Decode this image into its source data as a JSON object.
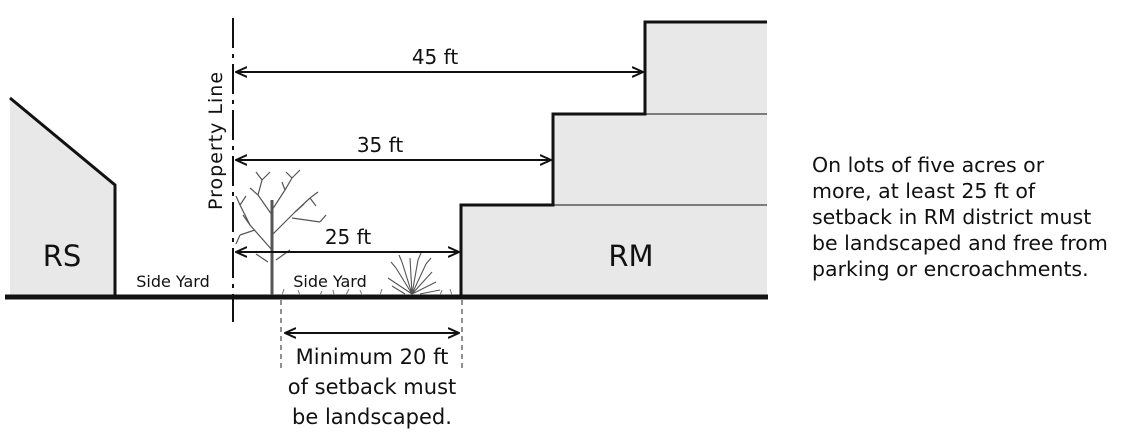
{
  "diagram": {
    "rs_label": "RS",
    "rm_label": "RM",
    "property_line_label": "Property Line",
    "side_yard_left": "Side Yard",
    "side_yard_right": "Side Yard",
    "dim_45": "45 ft",
    "dim_35": "35 ft",
    "dim_25": "25 ft",
    "min_setback_lines": [
      "Minimum 20 ft",
      "of setback must",
      "be landscaped."
    ],
    "note_lines": [
      "On lots of five acres or",
      "more, at least 25 ft of",
      "setback in RM district must",
      "be landscaped and free from",
      "parking or encroachments."
    ],
    "colors": {
      "building_fill": "#e8e8e8",
      "line": "#111111",
      "vegetation": "#555555"
    }
  }
}
